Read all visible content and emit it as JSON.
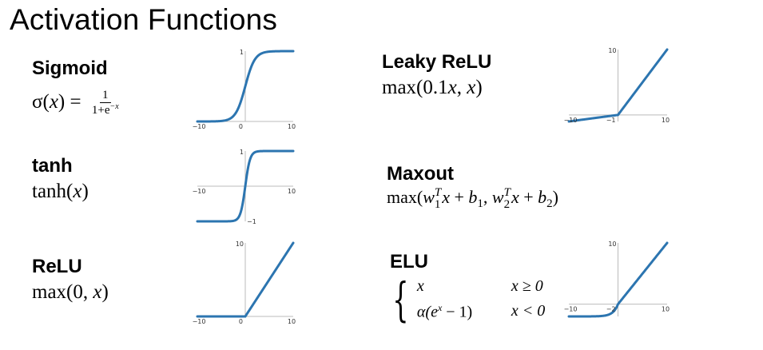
{
  "page": {
    "title": "Activation Functions"
  },
  "functions": [
    {
      "name": "Sigmoid",
      "formula_lhs": "σ(",
      "formula_var": "x",
      "formula_mid": ") = ",
      "frac_num": "1",
      "frac_den": "1+e",
      "frac_den_sup": "−x"
    },
    {
      "name": "tanh",
      "formula_fn": "tanh(",
      "formula_var": "x",
      "formula_end": ")"
    },
    {
      "name": "ReLU",
      "formula_fn": "max(0, ",
      "formula_var": "x",
      "formula_end": ")"
    },
    {
      "name": "Leaky ReLU",
      "formula_fn": "max(0.1",
      "formula_var": "x",
      "formula_mid": ", ",
      "formula_var2": "x",
      "formula_end": ")"
    },
    {
      "name": "Maxout",
      "formula_fn": "max(",
      "w": "w",
      "sub1": "1",
      "sub2": "2",
      "supT": "T",
      "x": "x",
      "plus": " + ",
      "b": "b",
      "comma": ", ",
      "end": ")"
    },
    {
      "name": "ELU",
      "case1_expr": "x",
      "case1_cond": "x ≥ 0",
      "case2_expr": "α(e",
      "case2_sup": "x",
      "case2_tail": " − 1)",
      "case2_cond": "x < 0"
    }
  ],
  "chart_data": [
    {
      "type": "line",
      "name": "sigmoid-plot",
      "function": "sigmoid",
      "xlim": [
        -10,
        10
      ],
      "ylim": [
        0,
        1
      ],
      "tick_labels": {
        "x_min": "−10",
        "x_max": "10",
        "y_top": "1",
        "origin": "0"
      },
      "line_color": "#2c75b0"
    },
    {
      "type": "line",
      "name": "tanh-plot",
      "function": "tanh",
      "xlim": [
        -10,
        10
      ],
      "ylim": [
        -1,
        1
      ],
      "tick_labels": {
        "x_min": "−10",
        "x_max": "10",
        "y_top": "1",
        "y_bottom": "−1"
      },
      "line_color": "#2c75b0"
    },
    {
      "type": "line",
      "name": "relu-plot",
      "function": "relu",
      "xlim": [
        -10,
        10
      ],
      "ylim": [
        0,
        10
      ],
      "tick_labels": {
        "x_min": "−10",
        "x_max": "10",
        "y_top": "10",
        "origin": "0"
      },
      "line_color": "#2c75b0"
    },
    {
      "type": "line",
      "name": "leaky-relu-plot",
      "function": "leaky_relu",
      "xlim": [
        -10,
        10
      ],
      "ylim": [
        -1,
        10
      ],
      "tick_labels": {
        "x_min": "−10",
        "x_max": "10",
        "y_top": "10",
        "origin": "−1"
      },
      "line_color": "#2c75b0"
    },
    {
      "type": "line",
      "name": "elu-plot",
      "function": "elu",
      "xlim": [
        -10,
        10
      ],
      "ylim": [
        -2,
        10
      ],
      "tick_labels": {
        "x_min": "−10",
        "x_max": "10",
        "y_top": "10",
        "origin": "−2"
      },
      "line_color": "#2c75b0"
    }
  ]
}
